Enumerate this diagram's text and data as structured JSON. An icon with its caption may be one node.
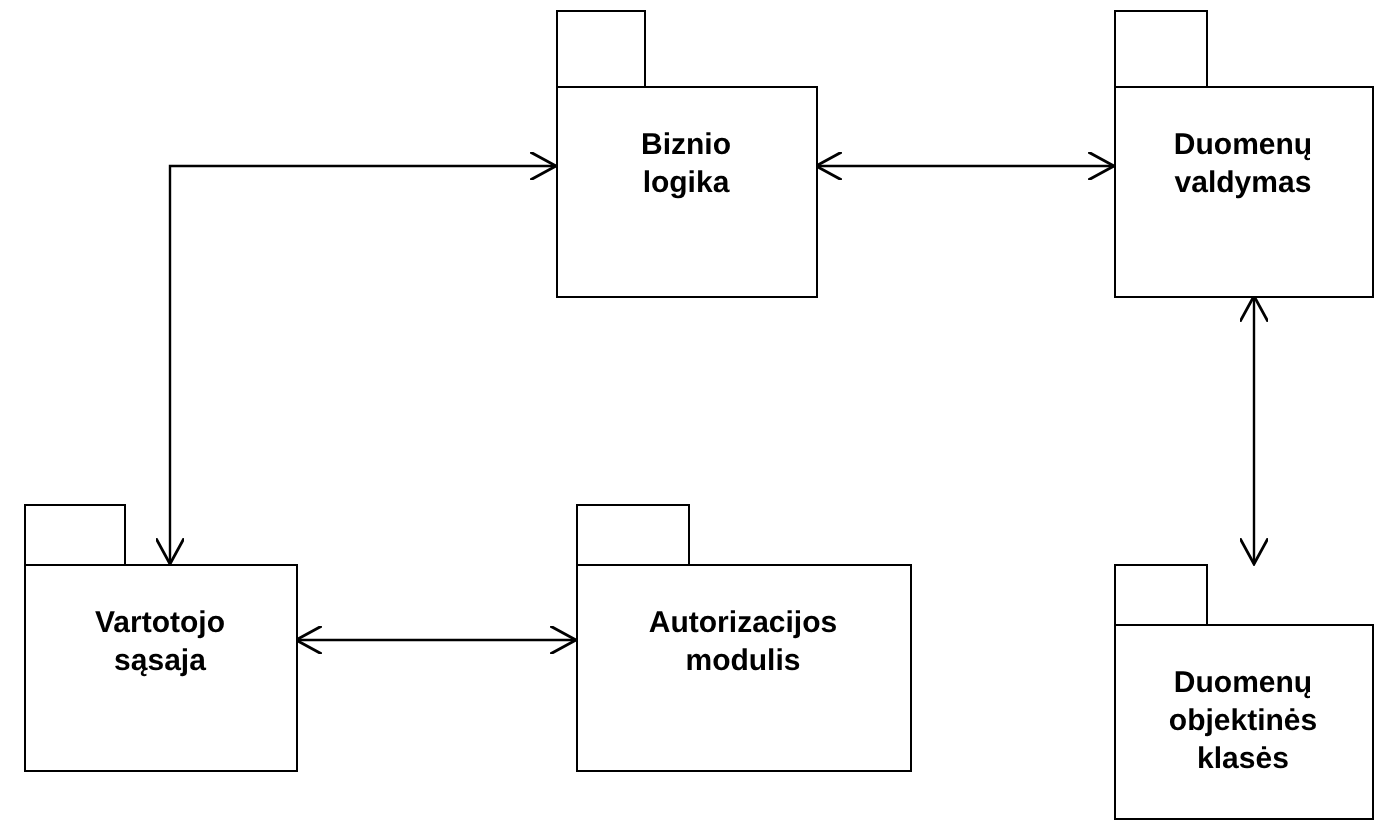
{
  "diagram": {
    "nodes": [
      {
        "text": [
          "Biznio logika"
        ]
      },
      {
        "text": [
          "Duomenų valdymas"
        ]
      },
      {
        "text": [
          "Vartotojo sąsaja"
        ]
      },
      {
        "text": [
          "Autorizacijos modulis"
        ]
      },
      {
        "text": [
          "Duomenų objektinės klasės"
        ]
      }
    ],
    "edges": [
      {
        "from": 2,
        "to": 0,
        "arrow": "both"
      },
      {
        "from": 0,
        "to": 1,
        "arrow": "both"
      },
      {
        "from": 2,
        "to": 3,
        "arrow": "both"
      },
      {
        "from": 1,
        "to": 4,
        "arrow": "both"
      }
    ]
  }
}
